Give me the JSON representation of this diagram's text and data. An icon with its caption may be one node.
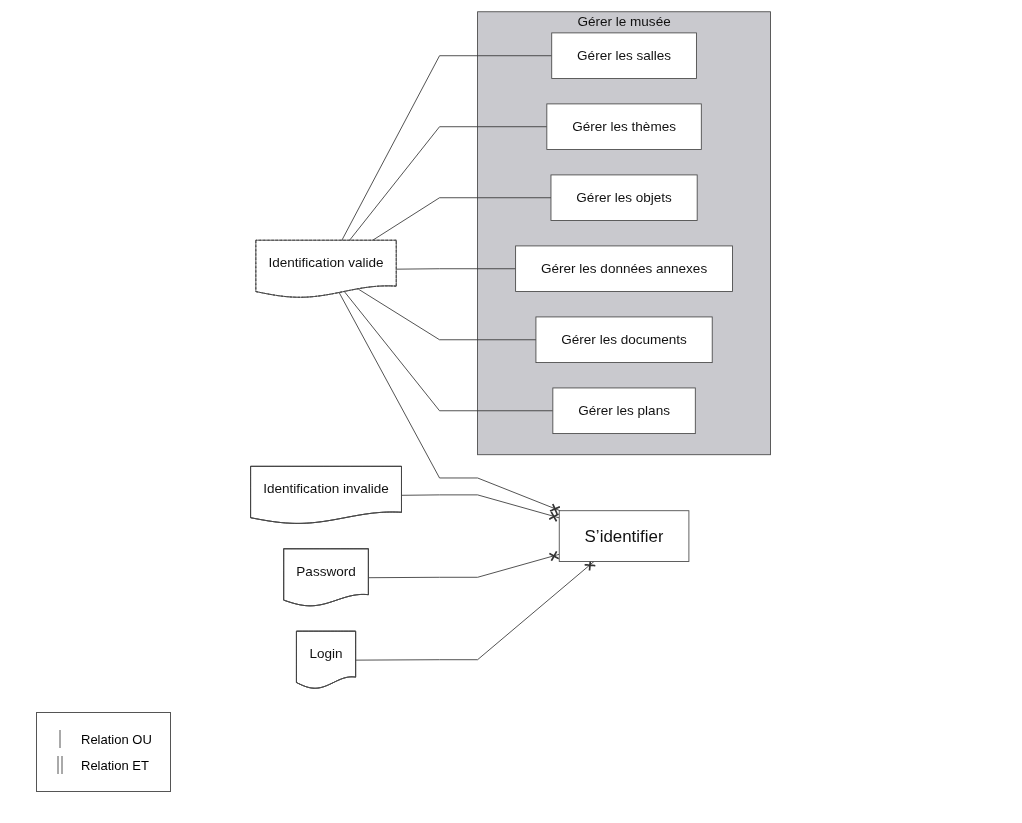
{
  "diagram": {
    "nodes": [
      {
        "text": [
          "Login"
        ]
      },
      {
        "text": [
          "Password"
        ]
      },
      {
        "text": [
          "S’identifier"
        ]
      },
      {
        "text": [
          "Identification invalide"
        ]
      },
      {
        "text": [
          "Identification valide"
        ]
      },
      {
        "text": [
          "Gérer le musée"
        ]
      },
      {
        "text": [
          "Gérer les salles"
        ],
        "in": 5
      },
      {
        "text": [
          "Gérer les thèmes"
        ],
        "in": 5
      },
      {
        "text": [
          "Gérer les objets"
        ],
        "in": 5
      },
      {
        "text": [
          "Gérer les données annexes"
        ],
        "in": 5
      },
      {
        "text": [
          "Gérer les documents"
        ],
        "in": 5
      },
      {
        "text": [
          "Gérer les plans"
        ],
        "in": 5
      }
    ],
    "edges": [
      {
        "from": 0,
        "to": 2,
        "arrow": "other"
      },
      {
        "from": 1,
        "to": 2,
        "arrow": "other"
      },
      {
        "from": 3,
        "to": 2,
        "arrow": "other"
      },
      {
        "from": 4,
        "to": 2,
        "arrow": "other"
      },
      {
        "from": 4,
        "to": 6,
        "arrow": "none"
      },
      {
        "from": 4,
        "to": 7,
        "arrow": "none"
      },
      {
        "from": 4,
        "to": 8,
        "arrow": "none"
      },
      {
        "from": 4,
        "to": 9,
        "arrow": "none"
      },
      {
        "from": 4,
        "to": 10,
        "arrow": "none"
      },
      {
        "from": 4,
        "to": 11,
        "arrow": "none"
      }
    ],
    "legend": [
      {
        "text": "Relation OU"
      },
      {
        "text": "Relation ET"
      }
    ]
  }
}
